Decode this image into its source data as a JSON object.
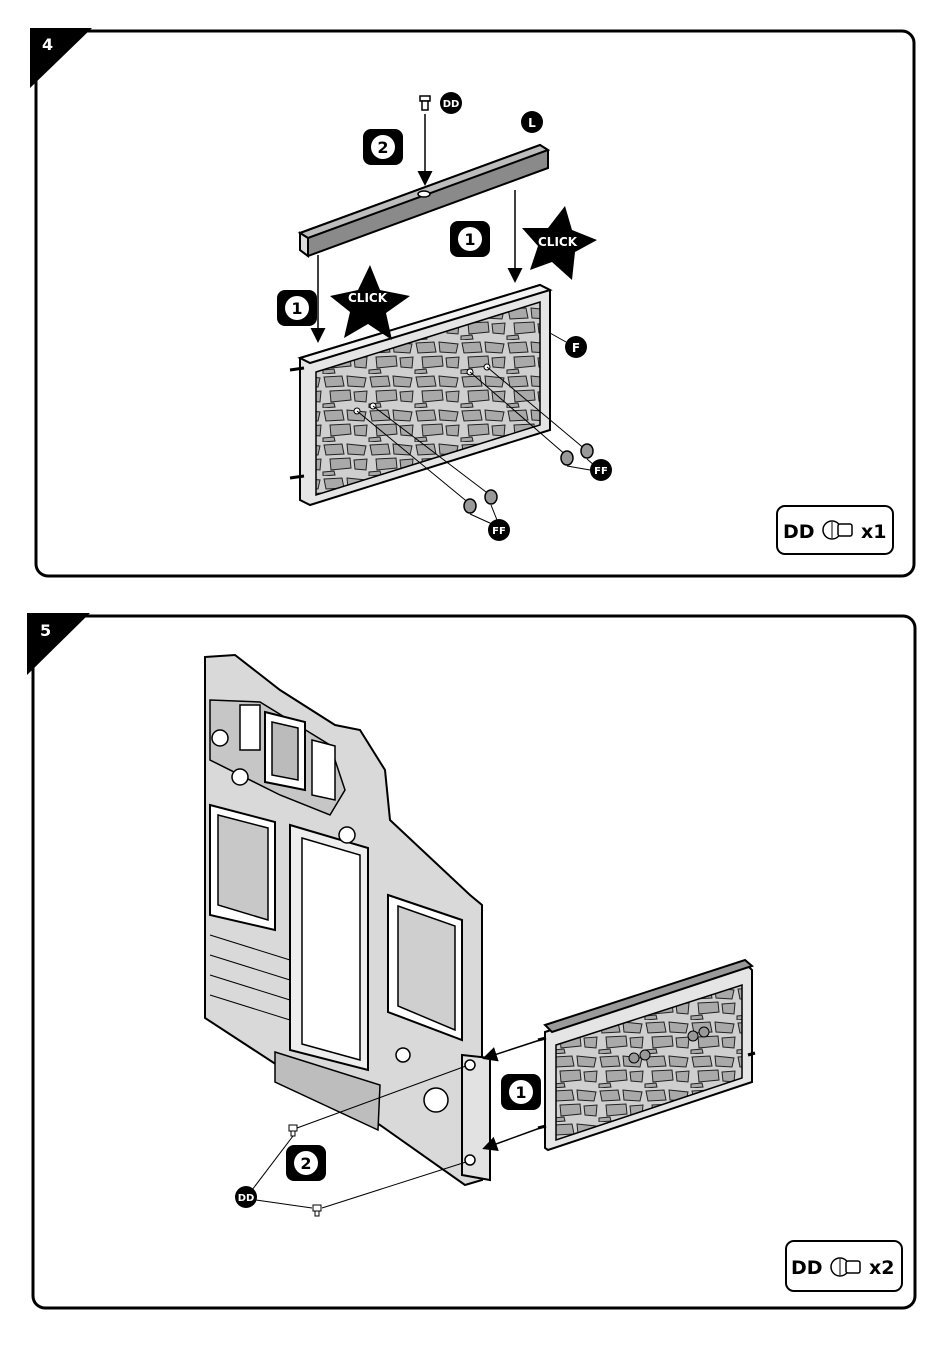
{
  "steps": [
    {
      "number": "4",
      "actions": [
        "1",
        "1",
        "2"
      ],
      "click_labels": [
        "CLICK",
        "CLICK"
      ],
      "part_labels": {
        "top_bar": "L",
        "panel": "F",
        "screw": "DD",
        "caps_a": "FF",
        "caps_b": "FF"
      },
      "parts_box": {
        "part": "DD",
        "icon": "screw-icon",
        "qty": "x1"
      }
    },
    {
      "number": "5",
      "actions": [
        "1",
        "2"
      ],
      "part_labels": {
        "screws": "DD"
      },
      "parts_box": {
        "part": "DD",
        "icon": "screw-icon",
        "qty": "x2"
      }
    }
  ]
}
